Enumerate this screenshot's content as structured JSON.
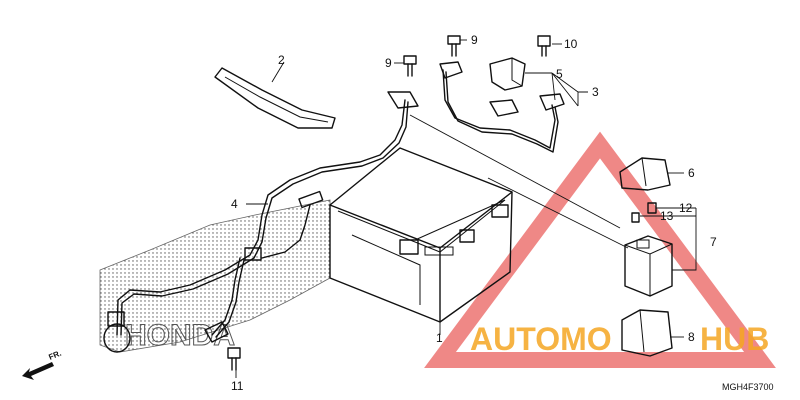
{
  "diagram": {
    "part_code": "MGH4F3700",
    "front_indicator": "FR.",
    "background_brand": "HONDA",
    "callouts": [
      {
        "id": "c1",
        "label": "1"
      },
      {
        "id": "c2",
        "label": "2"
      },
      {
        "id": "c3",
        "label": "3"
      },
      {
        "id": "c4",
        "label": "4"
      },
      {
        "id": "c5",
        "label": "5"
      },
      {
        "id": "c6",
        "label": "6"
      },
      {
        "id": "c7",
        "label": "7"
      },
      {
        "id": "c8",
        "label": "8"
      },
      {
        "id": "c9a",
        "label": "9"
      },
      {
        "id": "c9b",
        "label": "9"
      },
      {
        "id": "c10",
        "label": "10"
      },
      {
        "id": "c11",
        "label": "11"
      },
      {
        "id": "c12",
        "label": "12"
      },
      {
        "id": "c13",
        "label": "13"
      }
    ]
  },
  "watermark": {
    "text_left": "AUTOMO",
    "text_right": "HUB",
    "triangle_color": "#e53935",
    "text_color": "#f5a623"
  }
}
